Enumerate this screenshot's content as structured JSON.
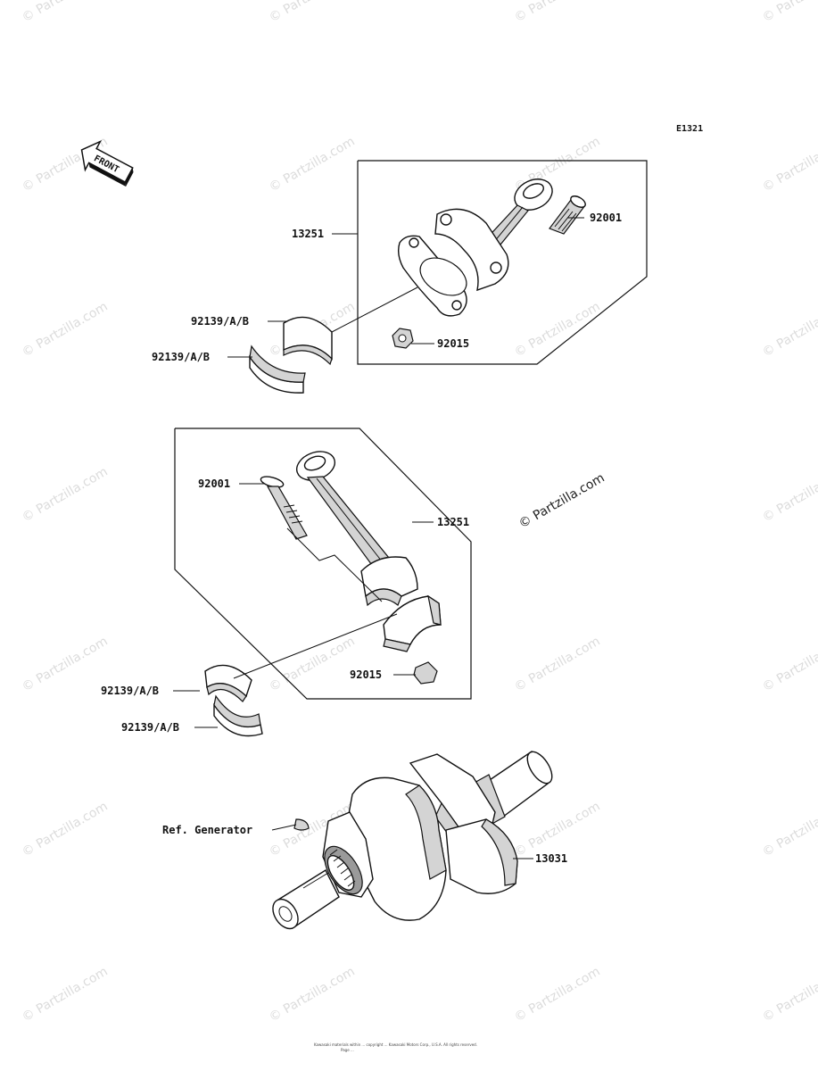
{
  "diagram_code": "E1321",
  "front_arrow_label": "FRONT",
  "watermark": "© Partzilla.com",
  "center_watermark": "© Partzilla.com",
  "footer": {
    "line1": "Kawasaki materials within ... copyright ... Kawasaki Motors Corp., U.S.A. All rights reserved.",
    "line2": "Page ..."
  },
  "callouts": {
    "top_rod_assembly": "13251",
    "top_rod_bolt": "92001",
    "top_rod_nut": "92015",
    "top_bearing_upper": "92139/A/B",
    "top_bearing_lower": "92139/A/B",
    "mid_rod_bolt": "92001",
    "mid_rod_assembly": "13251",
    "mid_rod_nut": "92015",
    "mid_bearing_upper": "92139/A/B",
    "mid_bearing_lower": "92139/A/B",
    "ref_generator": "Ref. Generator",
    "crankshaft": "13031"
  }
}
